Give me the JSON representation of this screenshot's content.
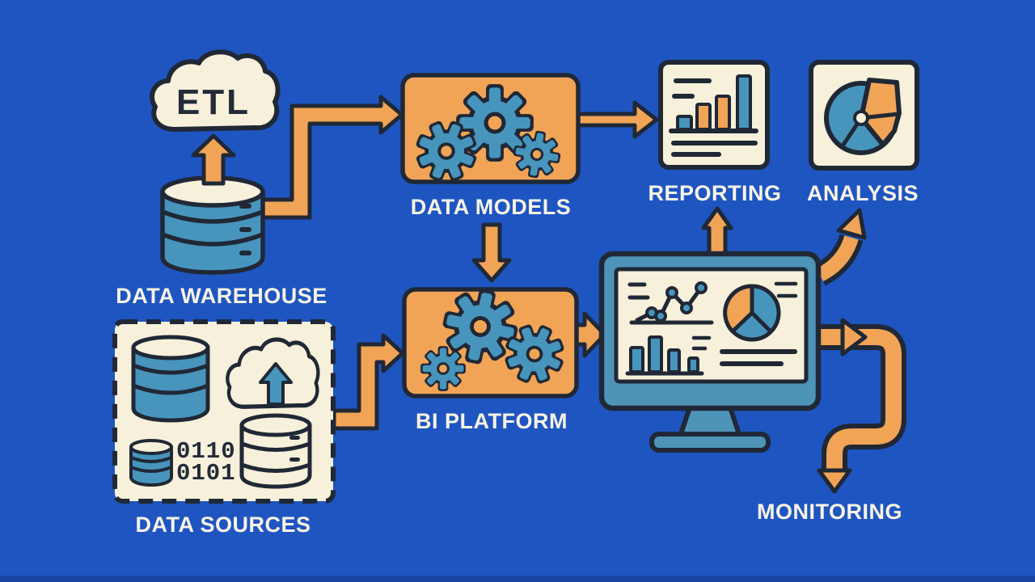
{
  "diagram": {
    "type": "business-intelligence-flow",
    "background_color": "#1e55c1",
    "accent_orange": "#f1a456",
    "panel_cream": "#f7f0da",
    "icon_teal": "#4795bd",
    "outline_dark": "#202836",
    "label_color": "#f8f4e6"
  },
  "nodes": {
    "etl": {
      "label": "ETL"
    },
    "data_warehouse": {
      "label": "DATA WAREHOUSE"
    },
    "data_sources": {
      "label": "DATA SOURCES",
      "binary": [
        "0110",
        "0101"
      ]
    },
    "data_models": {
      "label": "DATA MODELS"
    },
    "bi_platform": {
      "label": "BI PLATFORM"
    },
    "dashboard_monitor": {
      "label": ""
    },
    "reporting": {
      "label": "REPORTING"
    },
    "analysis": {
      "label": "ANALYSIS"
    },
    "monitoring": {
      "label": "MONITORING"
    }
  },
  "edges": [
    "data_warehouse -> etl",
    "data_warehouse -> data_models",
    "data_models -> reporting",
    "data_models -> bi_platform",
    "data_sources -> bi_platform",
    "bi_platform -> dashboard_monitor",
    "dashboard_monitor -> reporting",
    "dashboard_monitor -> analysis",
    "dashboard_monitor -> monitoring"
  ]
}
